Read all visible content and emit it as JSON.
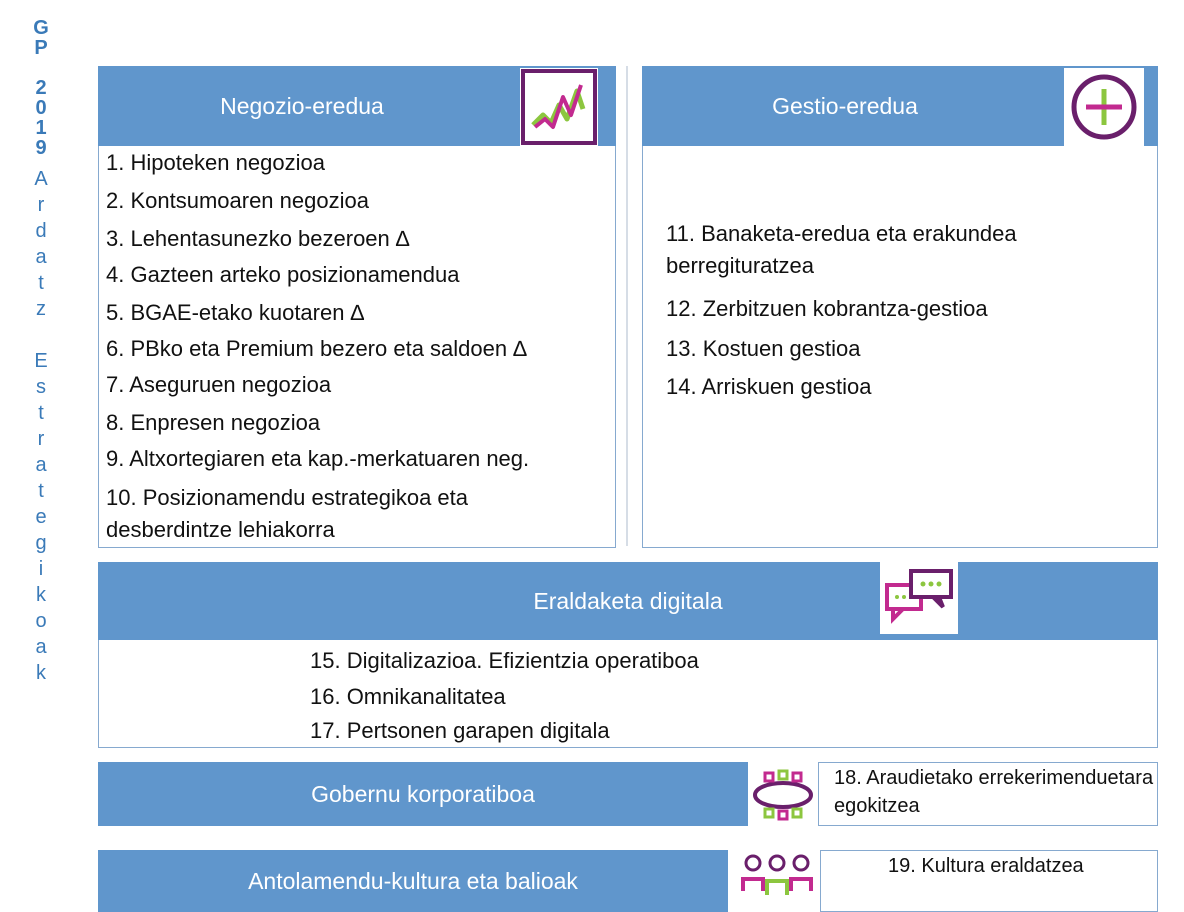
{
  "side_label": {
    "bold": [
      "G",
      "P",
      "",
      "2",
      "0",
      "1",
      "9"
    ],
    "letters": [
      "A",
      "r",
      "d",
      "a",
      "t",
      "z",
      "",
      "E",
      "s",
      "t",
      "r",
      "a",
      "t",
      "e",
      "g",
      "i",
      "k",
      "o",
      "a",
      "k"
    ]
  },
  "negozio": {
    "title": "Negozio-eredua",
    "items": [
      "1. Hipoteken negozioa",
      "2. Kontsumoaren negozioa",
      "3. Lehentasunezko bezeroen ∆",
      "4. Gazteen arteko posizionamendua",
      "5. BGAE-etako kuotaren ∆",
      "6. PBko eta Premium bezero eta saldoen ∆",
      "7. Aseguruen negozioa",
      "8. Enpresen negozioa",
      "9. Altxortegiaren eta kap.-merkatuaren neg.",
      "10. Posizionamendu estrategikoa eta desberdintze lehiakorra"
    ]
  },
  "gestio": {
    "title": "Gestio-eredua",
    "items": [
      "11. Banaketa-eredua eta erakundea berregituratzea",
      "12. Zerbitzuen kobrantza-gestioa",
      "13. Kostuen gestioa",
      "14. Arriskuen gestioa"
    ]
  },
  "digital": {
    "title": "Eraldaketa digitala",
    "items": [
      "15. Digitalizazioa. Efizientzia operatiboa",
      "16. Omnikanalitatea",
      "17. Pertsonen garapen digitala"
    ]
  },
  "gobernu": {
    "title": "Gobernu korporatiboa",
    "item": "18. Araudietako errekerimenduetara egokitzea"
  },
  "kultura": {
    "title": "Antolamendu-kultura eta balioak",
    "item": "19. Kultura eraldatzea"
  },
  "colors": {
    "header_blue": "#6096cc",
    "border_blue": "#86a9cf",
    "purple": "#6a1f6b",
    "magenta": "#c22a8f",
    "green": "#8cc63f"
  }
}
